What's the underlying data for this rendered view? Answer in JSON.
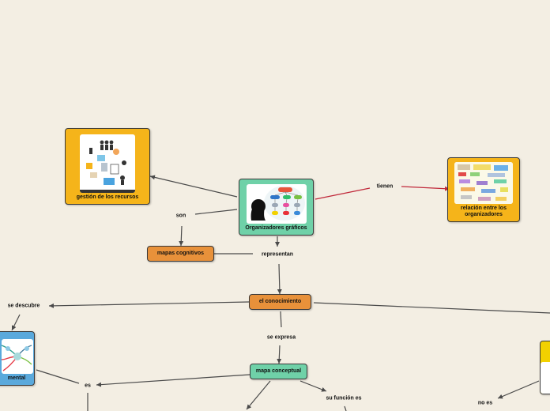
{
  "nodes": {
    "organizadores": "Organizadores gráficos",
    "gestion": "gestión de los recursos",
    "relacion": "relación entre los organizadores",
    "mapas_cognitivos": "mapas cognitivos",
    "conocimiento": "el conocimiento",
    "mapa_conceptual": "mapa conceptual",
    "mental": "mental"
  },
  "links": {
    "son": "son",
    "tienen": "tienen",
    "representan": "representan",
    "se_descubre": "se descubre",
    "se_expresa": "se expresa",
    "es": "es",
    "su_funcion_es": "su función es",
    "no_es": "no es"
  },
  "colors": {
    "background": "#f3eee3",
    "green": "#6fd1a8",
    "yellow": "#f5b41a",
    "orange": "#e8913a",
    "blue": "#5aa9dc",
    "connector": "#4a4a4a",
    "connector_red": "#c0283a"
  }
}
